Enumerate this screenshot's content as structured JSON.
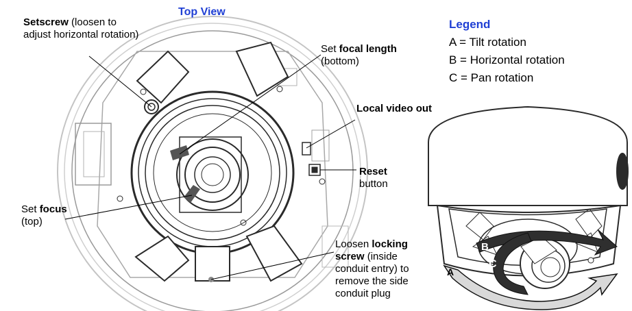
{
  "title": "Top View",
  "colors": {
    "title": "#1f3fd4",
    "line": "#2a2a2a",
    "light": "#bcbcbc",
    "arrow_fill": "#cfcfcf",
    "dark_band": "#2b2b2b"
  },
  "labels": {
    "setscrew": {
      "bold": "Setscrew",
      "rest": " (loosen to adjust horizontal rotation)"
    },
    "focal": {
      "pre": "Set ",
      "bold": "focal length",
      "post": " (bottom)"
    },
    "video": {
      "bold": "Local video out"
    },
    "reset": {
      "bold": "Reset",
      "post": "button"
    },
    "focus": {
      "pre": "Set ",
      "bold": "focus",
      "post": "(top)"
    },
    "locking": {
      "pre": "Loosen ",
      "bold": "locking screw",
      "post": " (inside conduit entry) to remove the side conduit plug"
    }
  },
  "legend": {
    "title": "Legend",
    "items": [
      "A = Tilt rotation",
      "B = Horizontal rotation",
      "C = Pan rotation"
    ]
  },
  "arrows": {
    "a": "A",
    "b": "B",
    "c": "C"
  }
}
